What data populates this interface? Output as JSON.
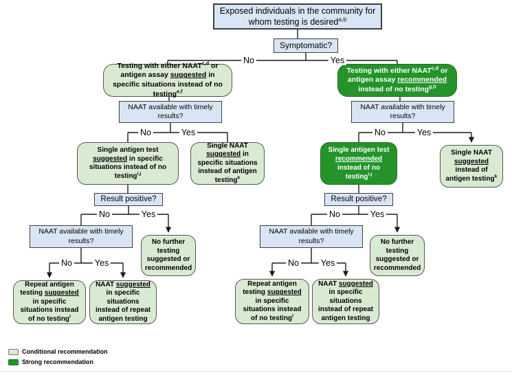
{
  "labels": {
    "no": "No",
    "yes": "Yes"
  },
  "questions": {
    "symptomatic": "Symptomatic?",
    "naat_timely": "NAAT available with timely results?",
    "result_positive": "Result positive?"
  },
  "nodes": {
    "exposed": {
      "segments": [
        {
          "t": "Exposed individuals in the community for whom testing is desired"
        },
        {
          "t": "a,b",
          "s": "sup"
        }
      ]
    },
    "testing_suggested": {
      "segments": [
        {
          "t": "Testing with either NAAT"
        },
        {
          "t": "c,d",
          "s": "sup"
        },
        {
          "t": " or antigen assay "
        },
        {
          "t": "suggested",
          "s": "u"
        },
        {
          "t": " in specific situations instead of no testing"
        },
        {
          "t": "e,f",
          "s": "sup"
        }
      ]
    },
    "testing_recommended": {
      "segments": [
        {
          "t": "Testing with either NAAT"
        },
        {
          "t": "c,d",
          "s": "sup"
        },
        {
          "t": " or antigen assay "
        },
        {
          "t": "recommended",
          "s": "u"
        },
        {
          "t": " instead of no testing"
        },
        {
          "t": "g,h",
          "s": "sup"
        }
      ]
    },
    "single_antigen_suggested": {
      "segments": [
        {
          "t": "Single antigen test "
        },
        {
          "t": "suggested",
          "s": "u"
        },
        {
          "t": " in specific situations instead of no testing"
        },
        {
          "t": "i,j",
          "s": "sup"
        }
      ]
    },
    "single_naat_suggested_specific": {
      "segments": [
        {
          "t": "Single NAAT "
        },
        {
          "t": "suggested",
          "s": "u"
        },
        {
          "t": " in specific situations instead of antigen testing"
        },
        {
          "t": "k",
          "s": "sup"
        }
      ]
    },
    "single_antigen_recommended": {
      "segments": [
        {
          "t": "Single antigen test "
        },
        {
          "t": "recommended",
          "s": "u"
        },
        {
          "t": " instead of no testing"
        },
        {
          "t": "i,j",
          "s": "sup"
        }
      ]
    },
    "single_naat_suggested": {
      "segments": [
        {
          "t": "Single NAAT "
        },
        {
          "t": "suggested",
          "s": "u"
        },
        {
          "t": " instead of antigen testing"
        },
        {
          "t": "k",
          "s": "sup"
        }
      ]
    },
    "no_further": "No further testing suggested or recommended",
    "repeat_antigen": {
      "segments": [
        {
          "t": "Repeat antigen testing "
        },
        {
          "t": "suggested",
          "s": "u"
        },
        {
          "t": " in specific situations instead of no testing"
        },
        {
          "t": "l",
          "s": "sup"
        }
      ]
    },
    "naat_repeat": {
      "segments": [
        {
          "t": "NAAT "
        },
        {
          "t": "suggested",
          "s": "u"
        },
        {
          "t": " in specific situations instead of repeat antigen testing"
        }
      ]
    }
  },
  "legend": {
    "items": [
      {
        "label": "Conditional recommendation",
        "color": "#d9ead3",
        "type": "conditional"
      },
      {
        "label": "Strong recommendation",
        "color": "#24942a",
        "type": "strong"
      }
    ]
  },
  "colors": {
    "question_fill": "#d9e5f4",
    "conditional_fill": "#d9ead3",
    "strong_fill": "#24942a",
    "line": "#1a1a1a"
  }
}
